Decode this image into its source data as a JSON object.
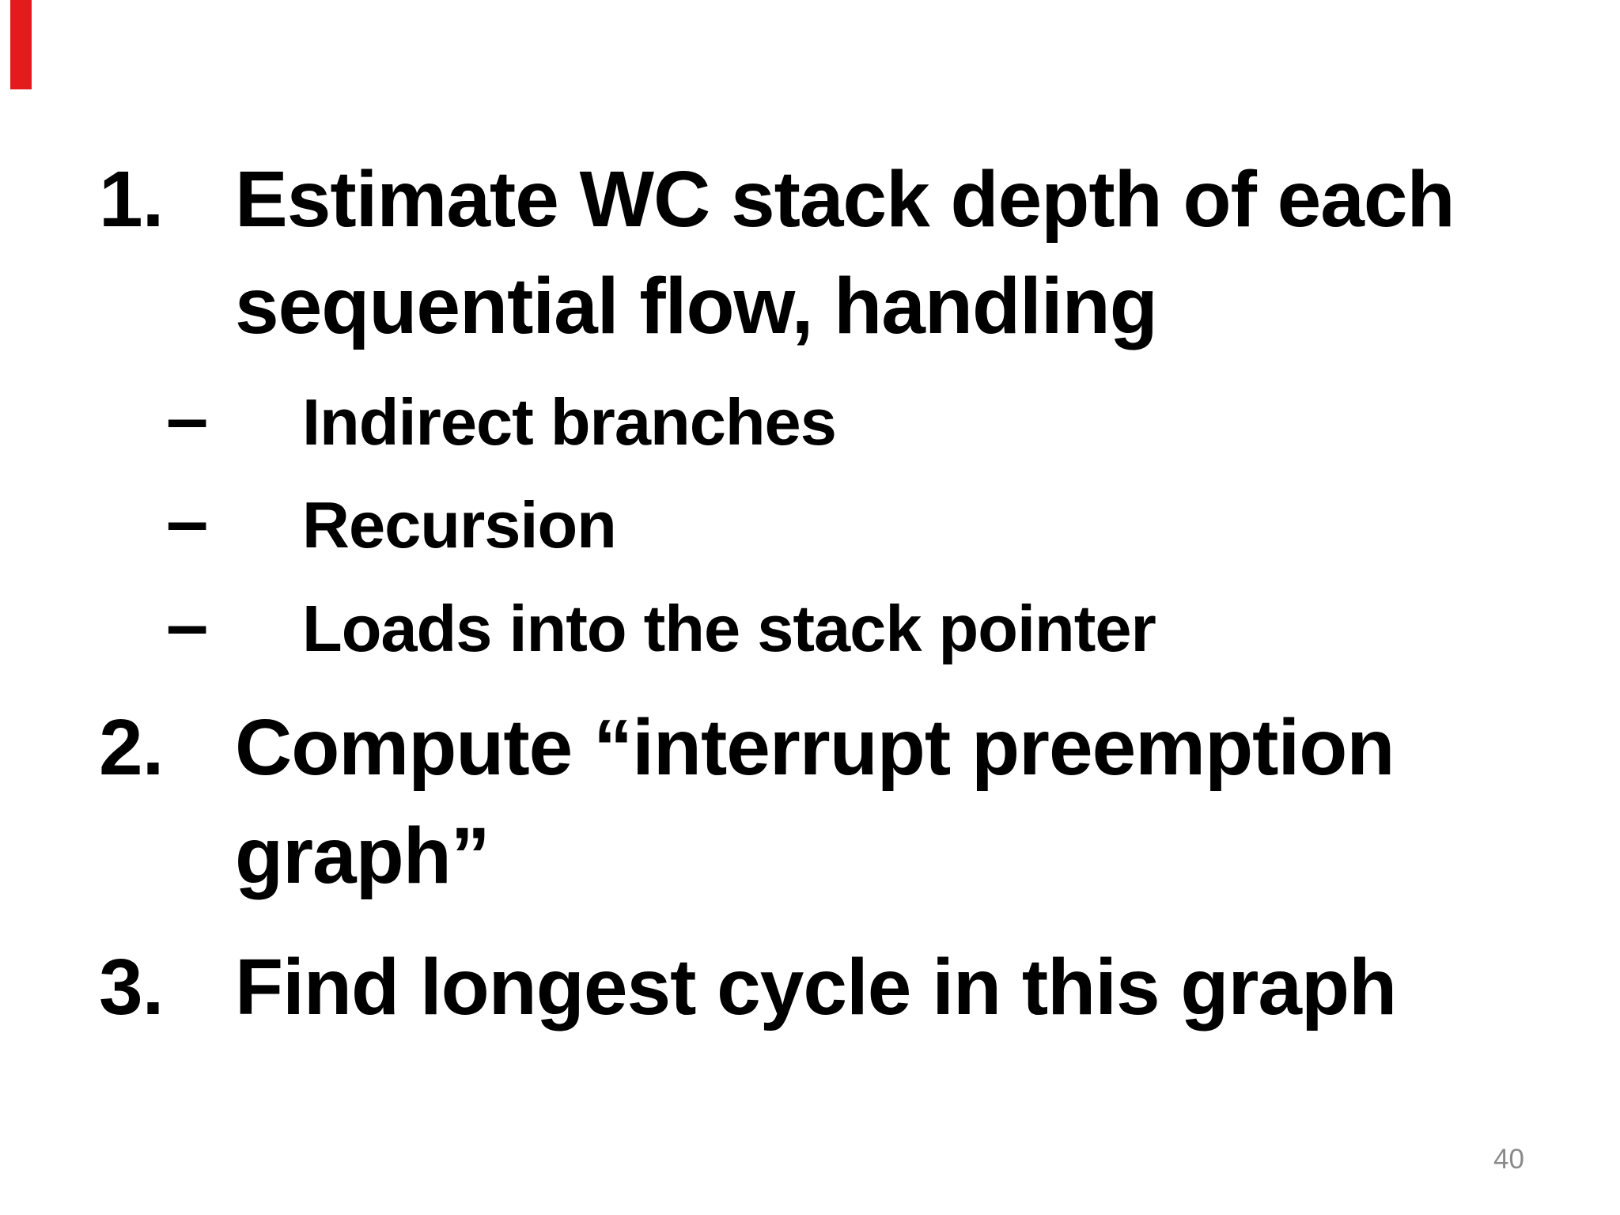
{
  "slide": {
    "background_color": "#ffffff",
    "text_color": "#000000",
    "red_bar_color": "#e31b1c",
    "page_number_color": "#8a8a8a",
    "items": [
      {
        "number": "1.",
        "lines": [
          "Estimate WC stack depth of each",
          "sequential flow, handling"
        ],
        "bullet_char": "–",
        "sub_bullets": [
          "Indirect branches",
          "Recursion",
          "Loads into the stack pointer"
        ]
      },
      {
        "number": "2.",
        "lines": [
          "Compute “interrupt preemption",
          "graph”"
        ]
      },
      {
        "number": "3.",
        "lines": [
          "Find longest cycle in this graph"
        ]
      }
    ],
    "page_number": "40"
  }
}
